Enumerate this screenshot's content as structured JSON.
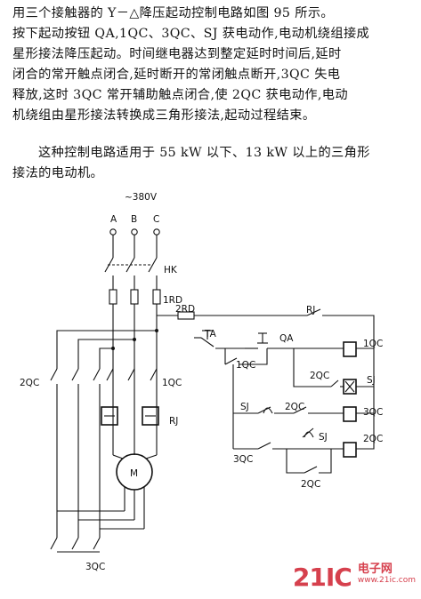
{
  "text": {
    "para1": [
      "用三个接触器的 Y－△降压起动控制电路如图 95 所示。",
      "按下起动按钮 QA,1QC、3QC、SJ 获电动作,电动机绕组接成",
      "星形接法降压起动。时间继电器达到整定延时时间后,延时",
      "闭合的常开触点闭合,延时断开的常闭触点断开,3QC 失电",
      "释放,这时 3QC 常开辅助触点闭合,使 2QC 获电动作,电动",
      "机绕组由星形接法转换成三角形接法,起动过程结束。"
    ],
    "para2": [
      "这种控制电路适用于 55 kW 以下、13 kW 以上的三角形",
      "接法的电动机。"
    ]
  },
  "diagram": {
    "supply": "~380V",
    "phases": [
      "A",
      "B",
      "C"
    ],
    "labels": {
      "hk": "HK",
      "fuse_main": "1RD",
      "fuse_ctrl": "2RD",
      "rj_contact": "RJ",
      "stop": "TA",
      "start": "QA",
      "c1_coil": "1QC",
      "c1_contact": "1QC",
      "c2_main": "2QC",
      "c2_interlock": "2QC",
      "sj_coil": "SJ",
      "sj_contact_a": "SJ",
      "sj_contact_b": "SJ",
      "c2_hold": "2QC",
      "c3_coil": "3QC",
      "c3_aux": "3QC",
      "c2_coil": "2QC",
      "c2_ctrl": "2QC",
      "c1_main": "1QC",
      "rj_heater": "RJ",
      "motor": "M",
      "c3_main": "3QC"
    }
  },
  "watermark": {
    "main": "21IC",
    "cn": "电子网",
    "url": "www.21ic.com"
  }
}
